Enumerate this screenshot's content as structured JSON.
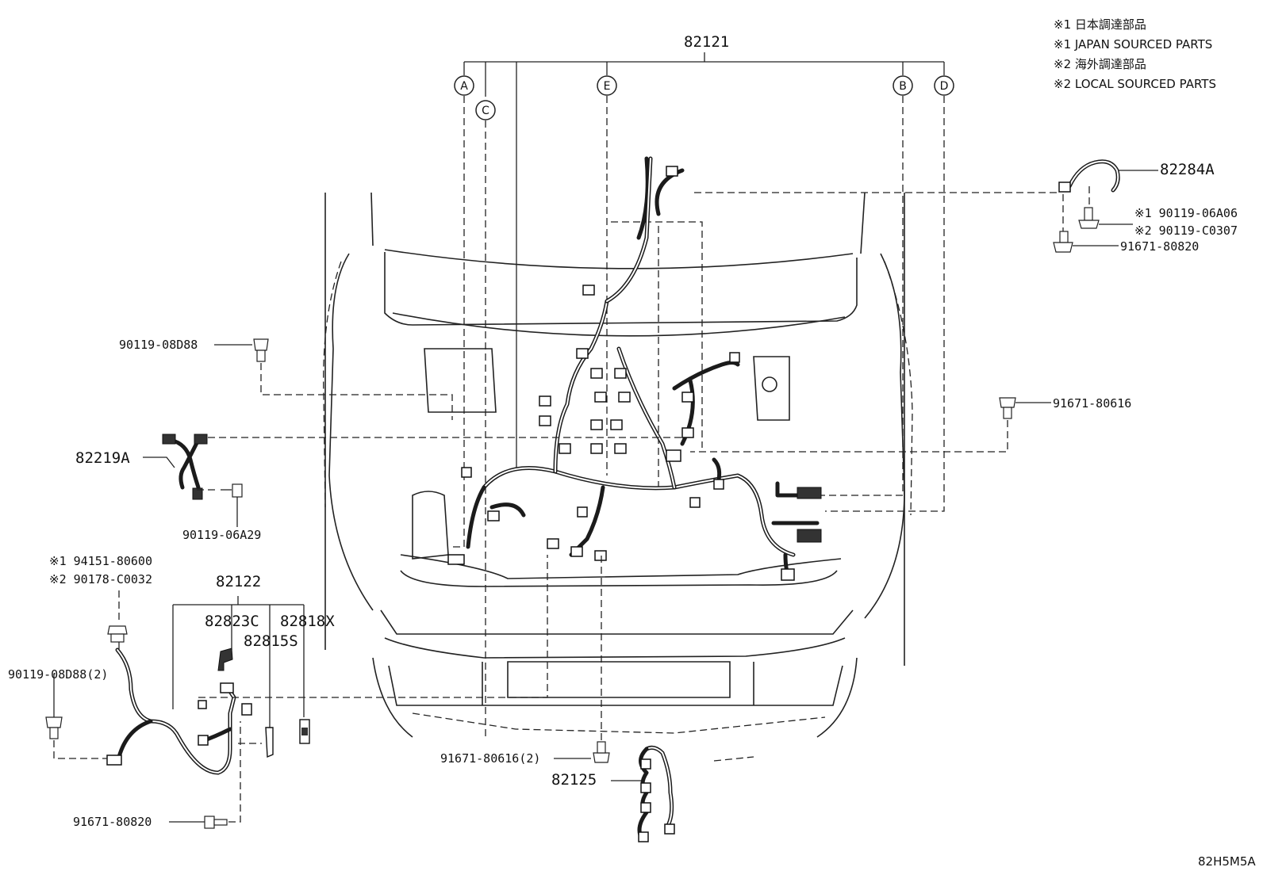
{
  "legend": {
    "line1": "※1 日本調達部品",
    "line2": "※1 JAPAN SOURCED PARTS",
    "line3": "※2 海外調達部品",
    "line4": "※2 LOCAL SOURCED PARTS"
  },
  "diagram_code": "82H5M5A",
  "main_assembly": "82121",
  "sub_assembly": "82122",
  "callouts": {
    "a": "A",
    "b": "B",
    "c": "C",
    "d": "D",
    "e": "E"
  },
  "parts": {
    "p82284A": "82284A",
    "p90119_06A06": "※1 90119-06A06",
    "p90119_C0307": "※2 90119-C0307",
    "p91671_80820_top": "91671-80820",
    "p90119_08D88": "90119-08D88",
    "p91671_80616": "91671-80616",
    "p82219A": "82219A",
    "p90119_06A29": "90119-06A29",
    "p94151_80600": "※1 94151-80600",
    "p90178_C0032": "※2 90178-C0032",
    "p82823C": "82823C",
    "p82818X": "82818X",
    "p82815S": "82815S",
    "p90119_08D88_2": "90119-08D88(2)",
    "p91671_80616_2": "91671-80616(2)",
    "p82125": "82125",
    "p91671_80820_bottom": "91671-80820"
  }
}
